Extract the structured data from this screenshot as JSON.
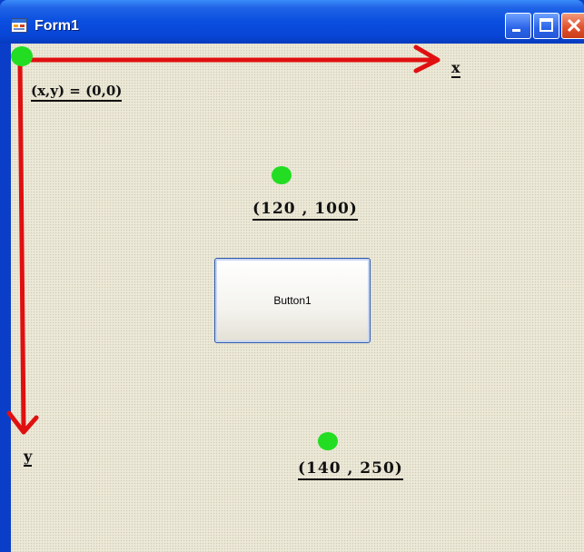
{
  "window": {
    "title": "Form1",
    "icon": "form-app-icon",
    "controls": {
      "minimize_icon": "minimize-icon",
      "maximize_icon": "maximize-icon",
      "close_icon": "close-icon"
    }
  },
  "form": {
    "button_label": "Button1"
  },
  "annotations": {
    "origin_label": "(x,y) = (0,0)",
    "x_axis_label": "x",
    "y_axis_label": "y",
    "point1_label": "(120 , 100)",
    "point2_label": "(140 , 250)"
  },
  "colors": {
    "axis": "#e01010",
    "point": "#22dd22",
    "form_background": "#ece9d8",
    "titlebar": "#0a4ee0"
  }
}
